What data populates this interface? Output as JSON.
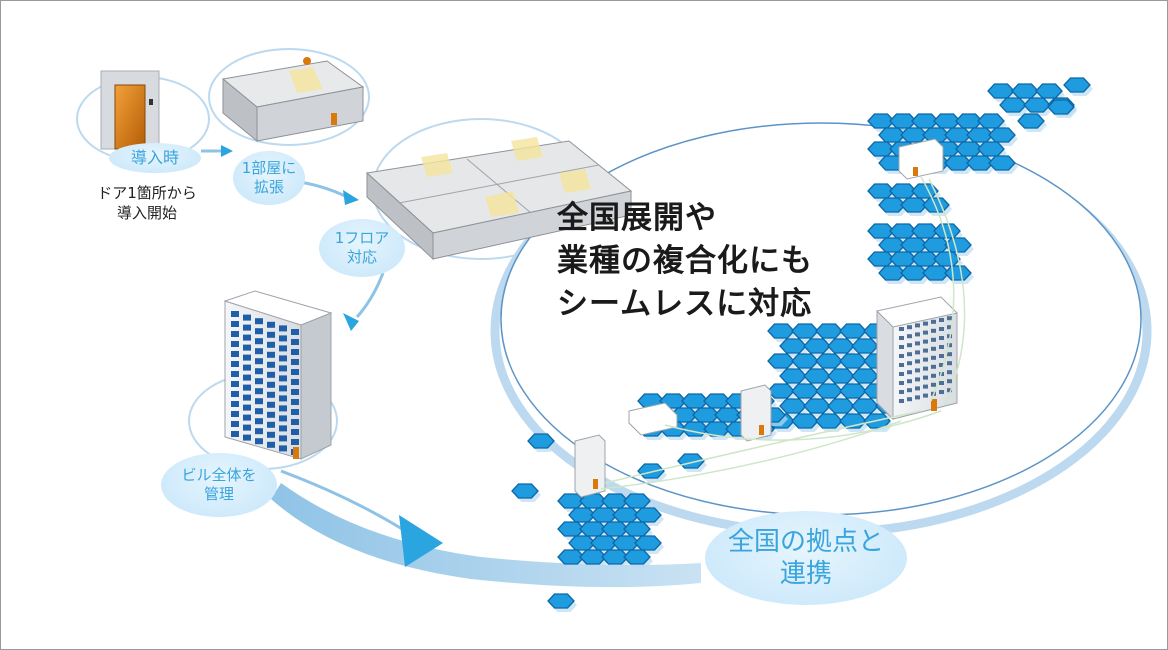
{
  "labels": {
    "intro": "導入時",
    "door_caption": "ドア1箇所から\n導入開始",
    "room": "1部屋に\n拡張",
    "floor": "1フロア\n対応",
    "building": "ビル全体を\n管理",
    "nationwide": "全国の拠点と\n連携"
  },
  "headline": "全国展開や\n業種の複合化にも\nシームレスに対応",
  "colors": {
    "accent_text": "#3aa4dc",
    "bubble_fill": "#cfeafb",
    "ring": "#bcd9ef",
    "hex_fill": "#1f9be0",
    "hex_stroke": "#0c67a6",
    "arrow": "#2ba5e0",
    "door": "#d9790c"
  },
  "icons": [
    "door-icon",
    "room-icon",
    "floor-icon",
    "building-icon",
    "japan-map-icon",
    "arrow-icon"
  ]
}
